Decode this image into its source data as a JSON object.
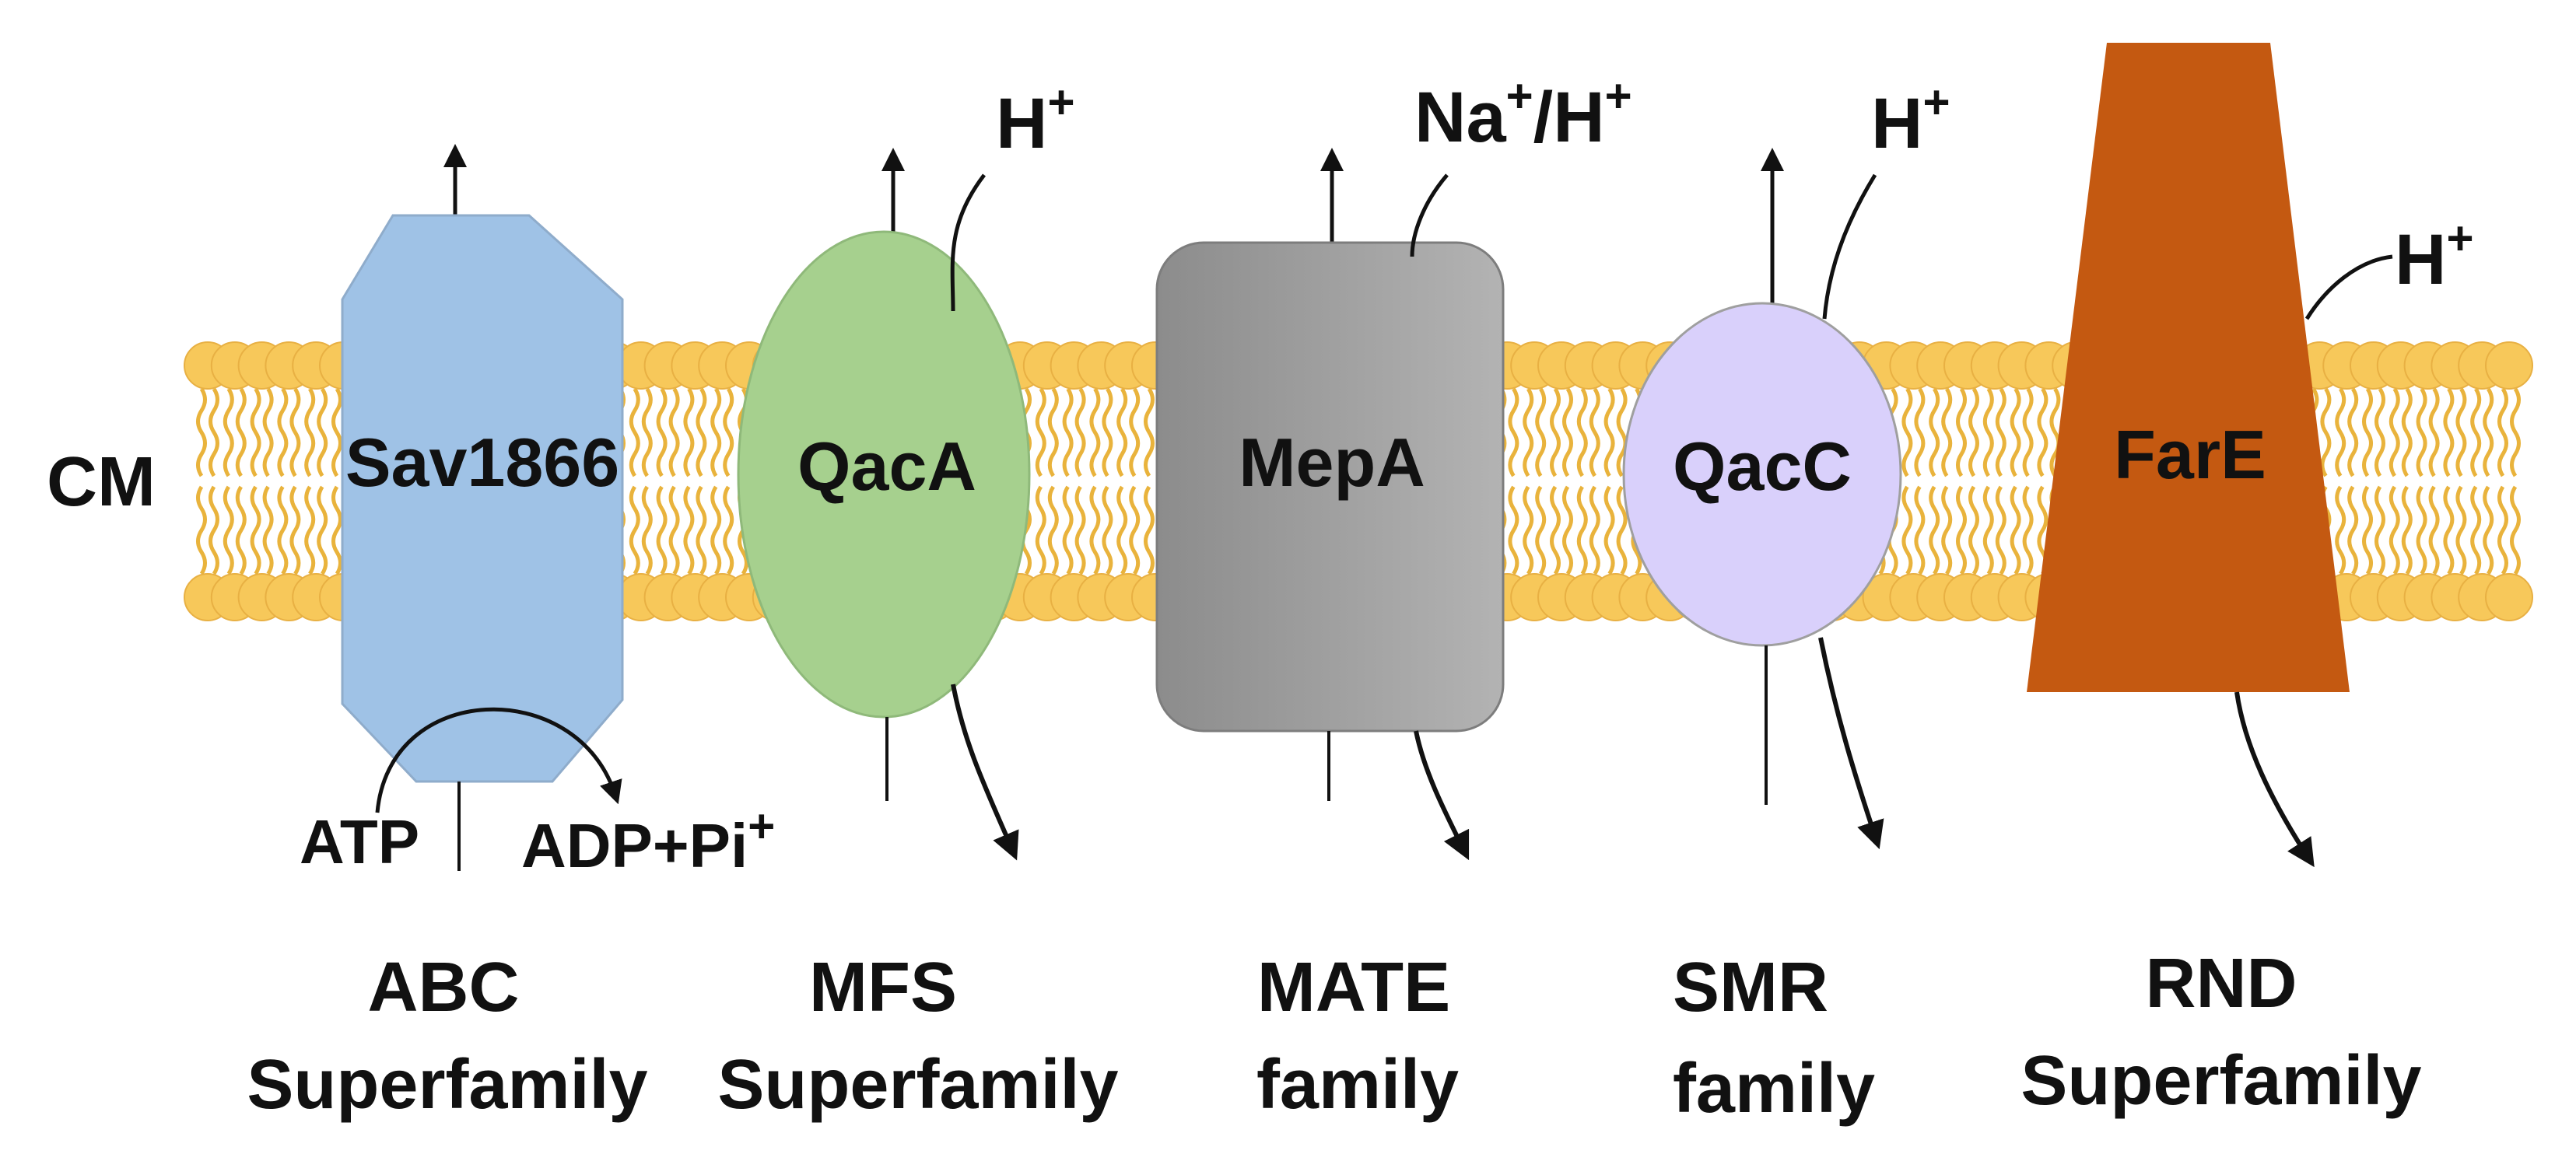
{
  "membrane": {
    "label": "CM"
  },
  "colors": {
    "lipid_head": "#f7c85a",
    "lipid_head_stroke": "#e8b043",
    "lipid_tail": "#e9b33c",
    "abc": "#9fc2e6",
    "mfs": "#a6d08e",
    "mate_dark": "#8c8c8c",
    "mate_light": "#b0b0b0",
    "smr": "#d9d0fb",
    "rnd": "#c45911"
  },
  "transporters": [
    {
      "protein": "Sav1866",
      "family_line1": "ABC",
      "family_line2": "Superfamily",
      "atp": "ATP",
      "adp": "ADP+Pi",
      "adp_sup": "+"
    },
    {
      "protein": "QacA",
      "family_line1": "MFS",
      "family_line2": "Superfamily",
      "ion": "H",
      "ion_sup": "+"
    },
    {
      "protein": "MepA",
      "family_line1": "MATE",
      "family_line2": "family",
      "ion_a": "Na",
      "ion_a_sup": "+",
      "ion_sep": "/H",
      "ion_b_sup": "+"
    },
    {
      "protein": "QacC",
      "family_line1": "SMR",
      "family_line2": "family",
      "ion": "H",
      "ion_sup": "+"
    },
    {
      "protein": "FarE",
      "family_line1": "RND",
      "family_line2": "Superfamily",
      "ion": "H",
      "ion_sup": "+"
    }
  ]
}
